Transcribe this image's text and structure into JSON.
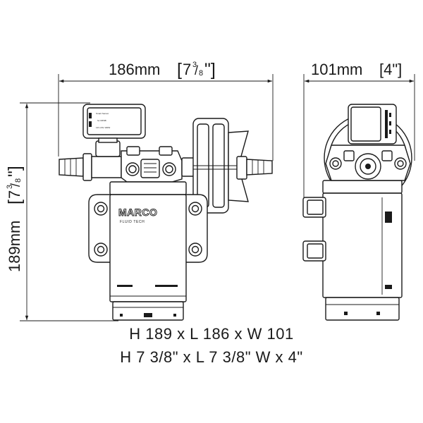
{
  "dimensions": {
    "width_label": {
      "metric": "186mm",
      "bracket_open": "[",
      "whole": "7",
      "frac_num": "3",
      "frac_den": "8",
      "suffix": "\"]"
    },
    "depth_label": {
      "metric": "101mm",
      "imperial": "[4\"]"
    },
    "height_label": {
      "metric": "189mm",
      "bracket_open": "[",
      "whole": "7",
      "frac_num": "3",
      "frac_den": "8",
      "suffix": "\"]"
    }
  },
  "product": {
    "brand": "MARCO",
    "sub_brand": "FLUID TECH"
  },
  "spec_lines": {
    "metric": "H 189 x L 186 x W 101",
    "imperial": "H 7 3/8\" x L 7 3/8\" W x 4\""
  },
  "colors": {
    "line": "#1a1a1a",
    "background": "#ffffff"
  }
}
